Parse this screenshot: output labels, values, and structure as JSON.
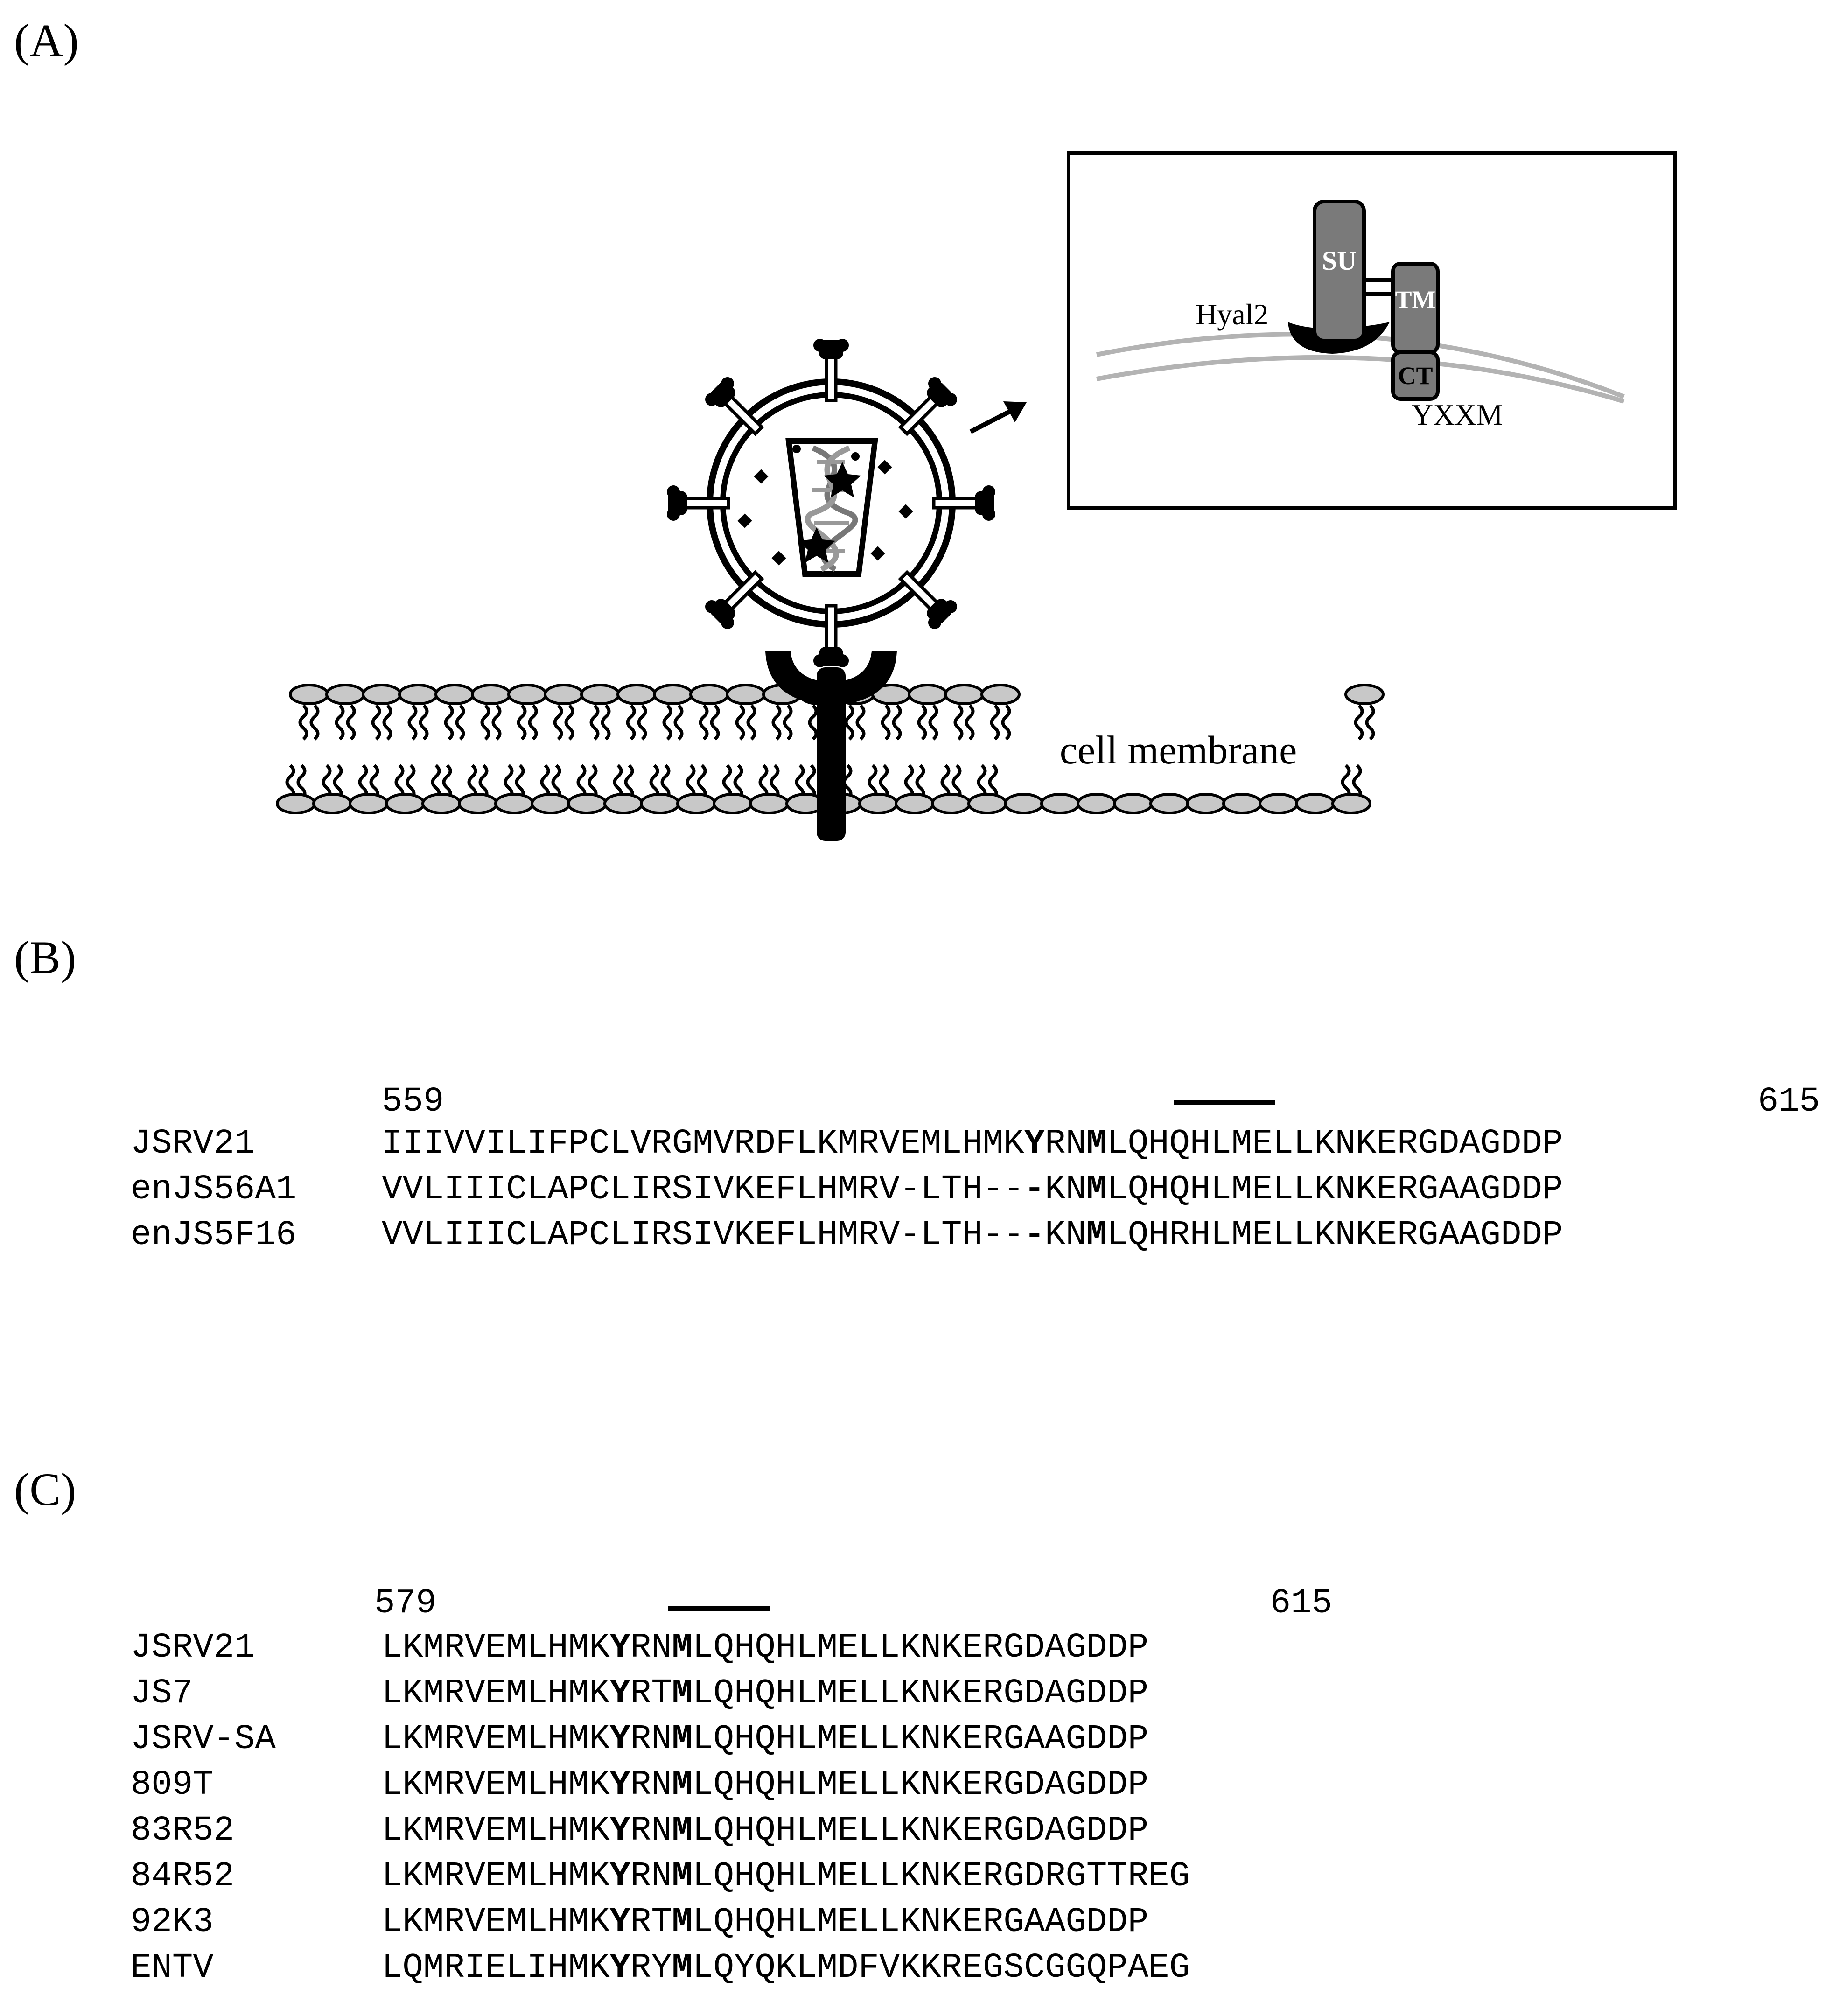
{
  "panels": {
    "a": {
      "label": "(A)",
      "membrane_label": "cell membrane",
      "inset": {
        "su": "SU",
        "tm": "TM",
        "ct": "CT",
        "receptor": "Hyal2",
        "motif": "YXXM"
      }
    },
    "b": {
      "label": "(B)",
      "start_pos": "559",
      "end_pos": "615",
      "rows": [
        {
          "name": "JSRV21",
          "pre": "IIIVVILIFPCLVRGMVRDFLKMRVEMLHMK",
          "y": "Y",
          "mid": "RN",
          "m": "M",
          "post": "LQHQHLMELLKNKERGDAGDDP"
        },
        {
          "name": "enJS56A1",
          "pre": "VVLIIICLAPCLIRSIVKEFLHMRV-LTH--",
          "y": "-",
          "mid": "KN",
          "m": "M",
          "post": "LQHQHLMELLKNKERGAAGDDP"
        },
        {
          "name": "enJS5F16",
          "pre": "VVLIIICLAPCLIRSIVKEFLHMRV-LTH--",
          "y": "-",
          "mid": "KN",
          "m": "M",
          "post": "LQHRHLMELLKNKERGAAGDDP"
        }
      ]
    },
    "c": {
      "label": "(C)",
      "start_pos": "579",
      "end_pos": "615",
      "rows": [
        {
          "name": "JSRV21",
          "pre": "LKMRVEMLHMK",
          "y": "Y",
          "mid": "RN",
          "m": "M",
          "post": "LQHQHLMELLKNKERGDAGDDP"
        },
        {
          "name": "JS7",
          "pre": "LKMRVEMLHMK",
          "y": "Y",
          "mid": "RT",
          "m": "M",
          "post": "LQHQHLMELLKNKERGDAGDDP"
        },
        {
          "name": "JSRV-SA",
          "pre": "LKMRVEMLHMK",
          "y": "Y",
          "mid": "RN",
          "m": "M",
          "post": "LQHQHLMELLKNKERGAAGDDP"
        },
        {
          "name": "809T",
          "pre": "LKMRVEMLHMK",
          "y": "Y",
          "mid": "RN",
          "m": "M",
          "post": "LQHQHLMELLKNKERGDAGDDP"
        },
        {
          "name": "83R52",
          "pre": "LKMRVEMLHMK",
          "y": "Y",
          "mid": "RN",
          "m": "M",
          "post": "LQHQHLMELLKNKERGDAGDDP"
        },
        {
          "name": "84R52",
          "pre": "LKMRVEMLHMK",
          "y": "Y",
          "mid": "RN",
          "m": "M",
          "post": "LQHQHLMELLKNKERGDRGTTREG"
        },
        {
          "name": "92K3",
          "pre": "LKMRVEMLHMK",
          "y": "Y",
          "mid": "RT",
          "m": "M",
          "post": "LQHQHLMELLKNKERGAAGDDP"
        },
        {
          "name": "ENTV",
          "pre": "LQMRIELIHMK",
          "y": "Y",
          "mid": "RY",
          "m": "M",
          "post": "LQYQKLMDFVKKREGSCGGQPAEG"
        }
      ]
    }
  }
}
